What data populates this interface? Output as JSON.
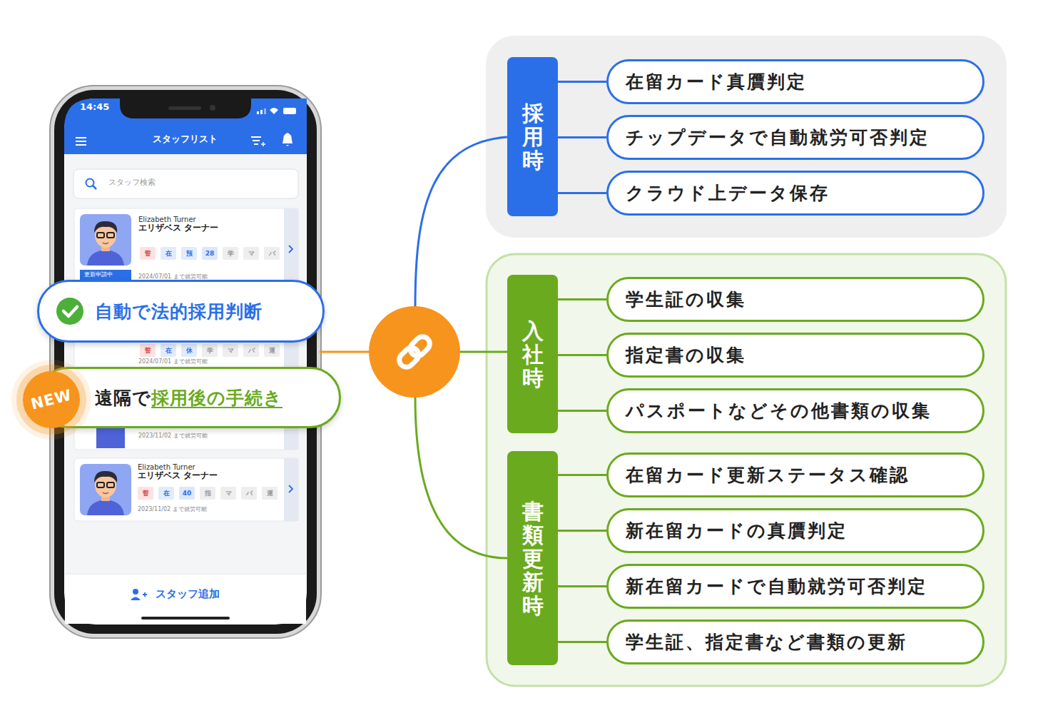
{
  "diagram": {
    "nodes": [
      {
        "text": [
          "採用時"
        ]
      },
      {
        "text": [
          "在留カード真贋判定"
        ]
      },
      {
        "text": [
          "チップデータで自動就労可否判定"
        ]
      },
      {
        "text": [
          "クラウド上データ保存"
        ]
      },
      {
        "text": [
          "入社時"
        ]
      },
      {
        "text": [
          "学生証の収集"
        ]
      },
      {
        "text": [
          "指定書の収集"
        ]
      },
      {
        "text": [
          "パスポートなどその他書類の収集"
        ]
      },
      {
        "text": [
          "書類更新時"
        ]
      },
      {
        "text": [
          "在留カード更新ステータス確認"
        ]
      },
      {
        "text": [
          "新在留カードの真贋判定"
        ]
      },
      {
        "text": [
          "新在留カードで自動就労可否判定"
        ]
      },
      {
        "text": [
          "学生証、指定書など書類の更新"
        ]
      },
      {
        "text": [
          "自動で法的採用判断"
        ]
      },
      {
        "text": [
          "遠隔で",
          "採用後の手続き"
        ]
      },
      {
        "text": [
          "NEW"
        ],
        "in": 14
      }
    ],
    "edges": [
      {
        "from": 0,
        "to": 1,
        "arrow": "none"
      },
      {
        "from": 0,
        "to": 2,
        "arrow": "none"
      },
      {
        "from": 0,
        "to": 3,
        "arrow": "none"
      },
      {
        "from": 4,
        "to": 5,
        "arrow": "none"
      },
      {
        "from": 4,
        "to": 6,
        "arrow": "none"
      },
      {
        "from": 4,
        "to": 7,
        "arrow": "none"
      },
      {
        "from": 8,
        "to": 9,
        "arrow": "none"
      },
      {
        "from": 8,
        "to": 10,
        "arrow": "none"
      },
      {
        "from": 8,
        "to": 11,
        "arrow": "none"
      },
      {
        "from": 8,
        "to": 12,
        "arrow": "none"
      }
    ],
    "labels": [
      "14:45",
      "スタッフリスト",
      "スタッフ検索",
      "Elizabeth Turner",
      "エリザベス ターナー",
      "誓",
      "在",
      "預",
      "28",
      "学",
      "マ",
      "バ",
      "更新申請中",
      "2024/07/01 まで就労可能",
      "誓",
      "在",
      "休",
      "学",
      "マ",
      "バ",
      "運",
      "2024/07/01 まで就労可能",
      "2023/11/02 まで就労可能",
      "Elizabeth Turner",
      "エリザベス ターナー",
      "誓",
      "在",
      "40",
      "指",
      "マ",
      "バ",
      "運",
      "2023/11/02 まで就労可能",
      "スタッフ追加"
    ]
  }
}
